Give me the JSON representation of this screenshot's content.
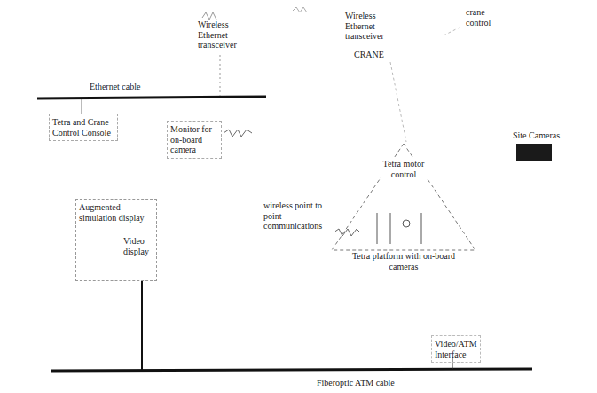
{
  "diagram": {
    "nodes": [
      {
        "text": [
          "Tetra and Crane Control Console"
        ]
      },
      {
        "text": [
          "Monitor for on-board camera"
        ]
      },
      {
        "text": [
          "Augmented simulation display"
        ]
      },
      {
        "text": [
          "Video display"
        ],
        "in": 2
      },
      {
        "text": [
          "Video/ATM Interface"
        ]
      },
      {
        "text": [
          "Site Cameras"
        ]
      },
      {
        "text": [
          "Tetra platform with on-board cameras"
        ]
      },
      {
        "text": [
          "Tetra motor control"
        ],
        "in": 6
      }
    ],
    "labels": [
      "Wireless Ethernet transceiver",
      "Wireless Ethernet transceiver",
      "CRANE",
      "crane control",
      "Ethernet cable",
      "wireless point to point communications",
      "Fiberoptic ATM cable"
    ]
  }
}
